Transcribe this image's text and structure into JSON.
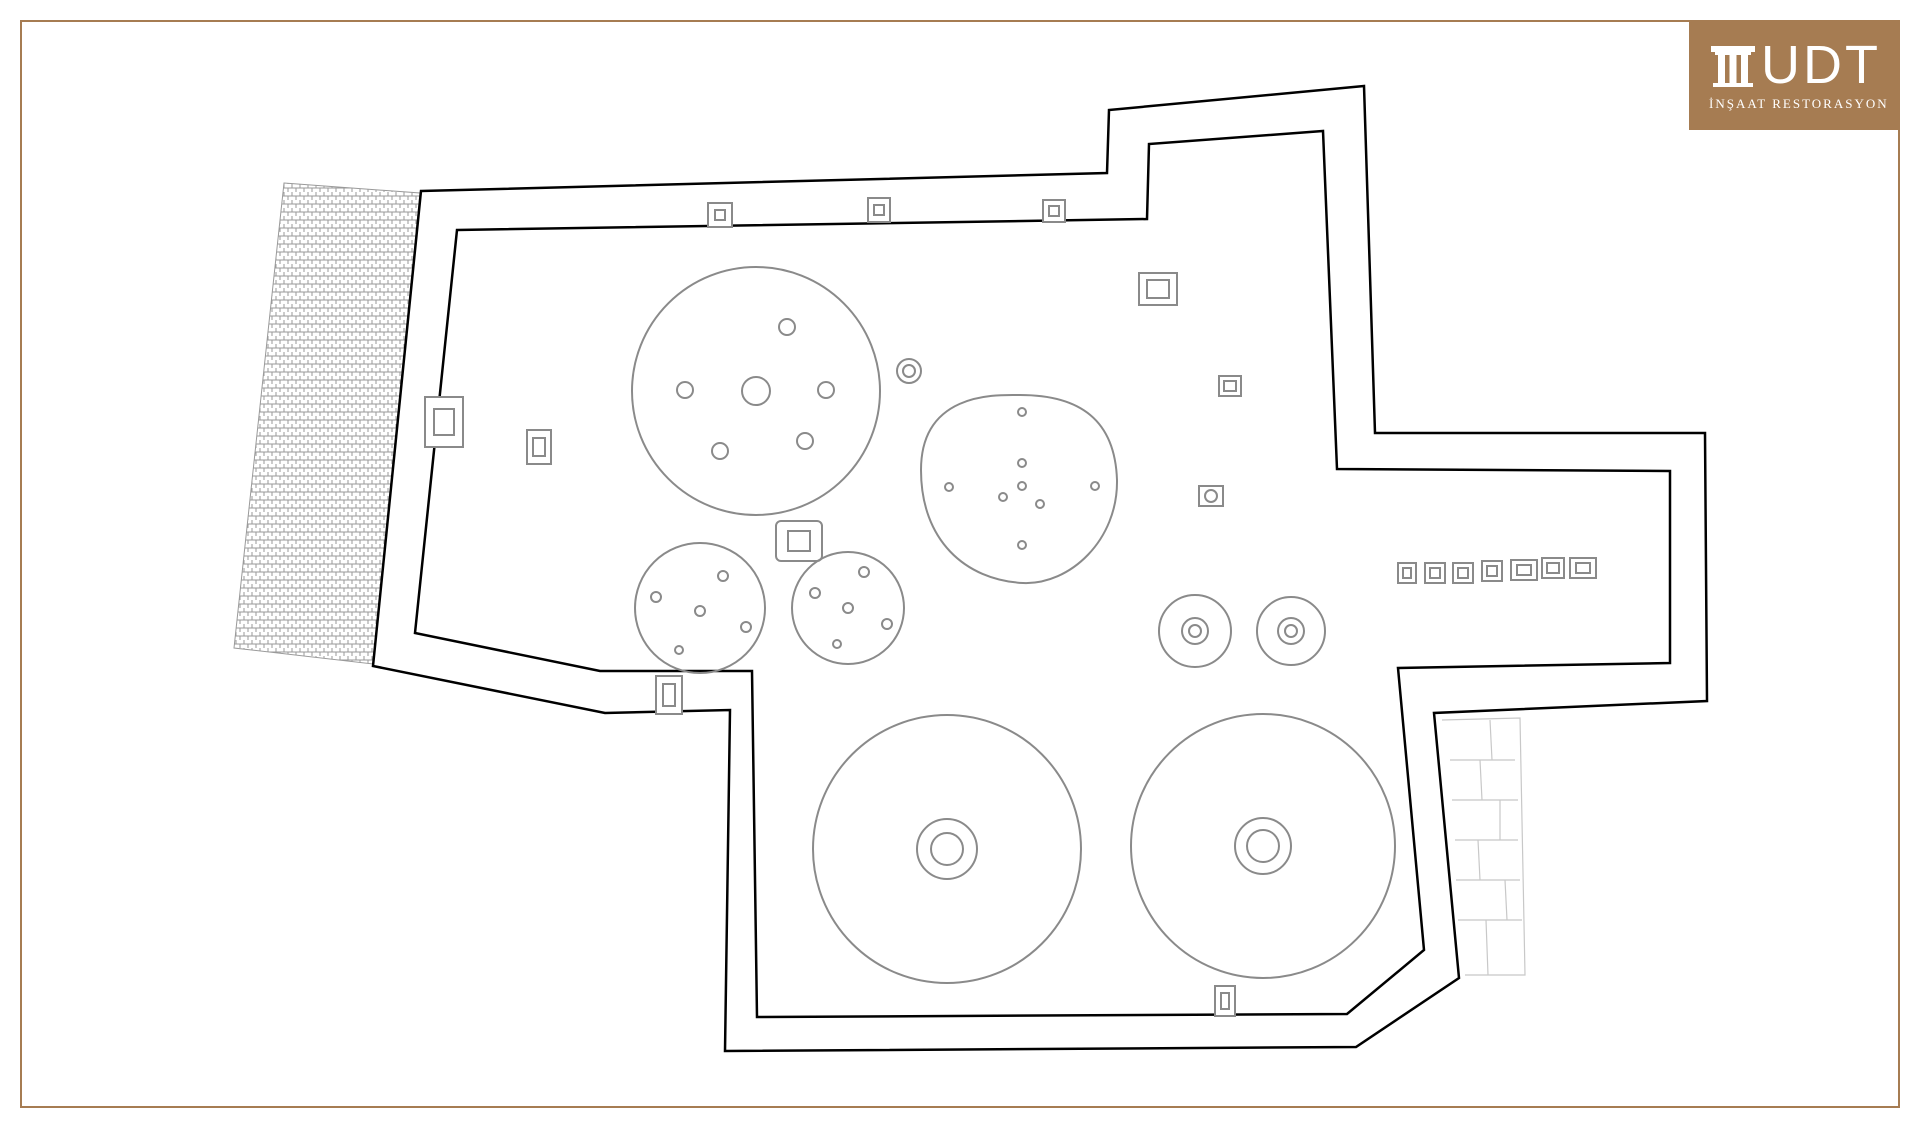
{
  "logo": {
    "brand": "UDT",
    "tagline": "İNŞAAT RESTORASYON",
    "background_color": "#a67c52",
    "text_color": "#ffffff",
    "icon": "greek-column-icon"
  },
  "drawing": {
    "type": "architectural floor plan",
    "line_color": "#000000",
    "fixture_color": "#8a8a8a",
    "hatch_color": "#9a9a9a",
    "frame_color": "#a67c52"
  }
}
